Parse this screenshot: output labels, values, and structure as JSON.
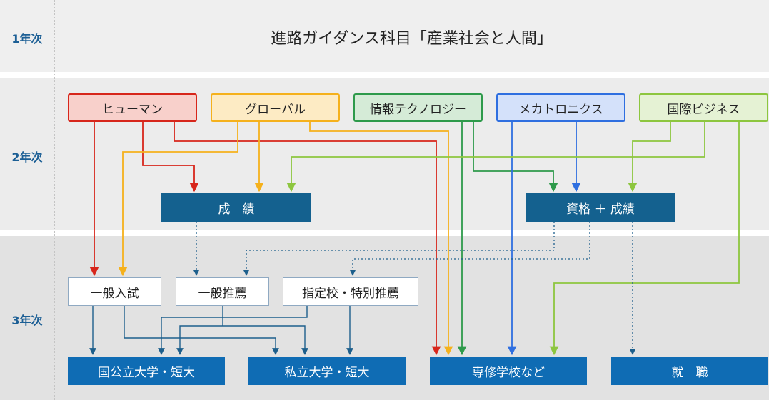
{
  "years": {
    "y1": "1年次",
    "y2": "2年次",
    "y3": "3年次"
  },
  "title": "進路ガイダンス科目「産業社会と人間」",
  "courses": {
    "human": "ヒューマン",
    "global": "グローバル",
    "it": "情報テクノロジー",
    "mecha": "メカトロニクス",
    "biz": "国際ビジネス"
  },
  "mid": {
    "grades": "成　績",
    "qual": "資格 ＋ 成績"
  },
  "exams": {
    "general": "一般入試",
    "rec": "一般推薦",
    "designated": "指定校・特別推薦"
  },
  "outcomes": {
    "national": "国公立大学・短大",
    "private": "私立大学・短大",
    "vocational": "専修学校など",
    "job": "就　職"
  },
  "colors": {
    "human": "#d7261b",
    "global": "#f5b11c",
    "it": "#2e9a4b",
    "mecha": "#2f6fe0",
    "biz": "#8dc63f",
    "navy": "#14618f"
  }
}
